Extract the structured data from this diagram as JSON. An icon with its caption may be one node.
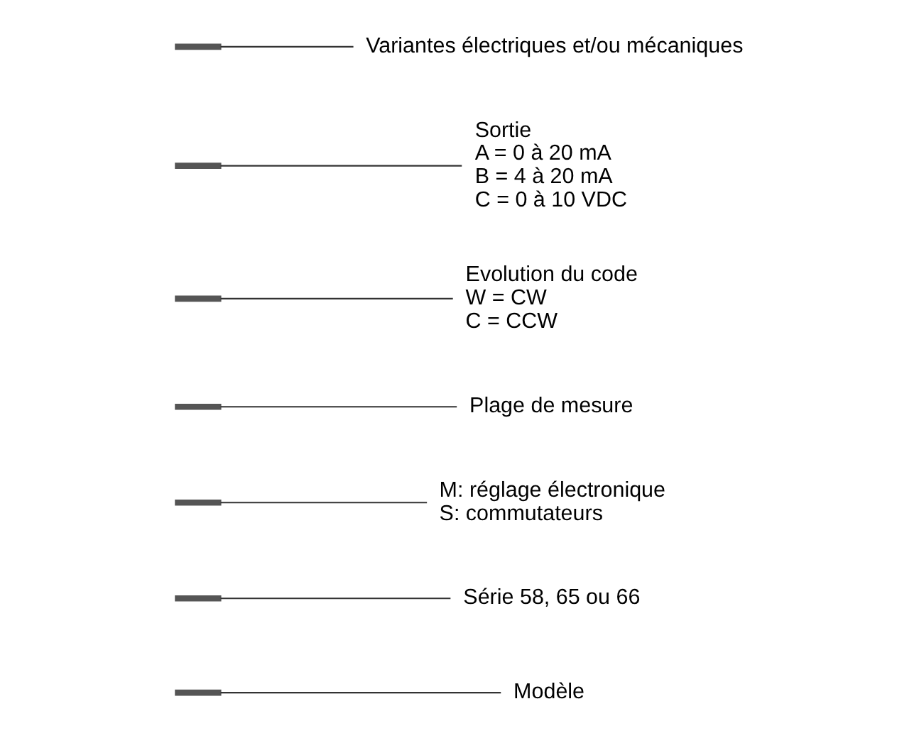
{
  "diagram": {
    "nodes": [
      {
        "text": [],
        "shape": "bar"
      },
      {
        "text": [],
        "shape": "bar"
      },
      {
        "text": [],
        "shape": "bar"
      },
      {
        "text": [],
        "shape": "bar"
      },
      {
        "text": [],
        "shape": "bar"
      },
      {
        "text": [],
        "shape": "bar"
      },
      {
        "text": [],
        "shape": "bar"
      },
      {
        "text": [
          "Variantes électriques et/ou mécaniques"
        ]
      },
      {
        "text": [
          "Sortie",
          "A = 0 à 20 mA",
          "B = 4 à 20 mA",
          "C = 0 à 10 VDC"
        ]
      },
      {
        "text": [
          "Evolution du code",
          "W = CW",
          "C = CCW"
        ]
      },
      {
        "text": [
          "Plage de mesure"
        ]
      },
      {
        "text": [
          "M: réglage électronique",
          "S: commutateurs"
        ]
      },
      {
        "text": [
          "Série 58, 65 ou 66"
        ]
      },
      {
        "text": [
          "Modèle"
        ]
      }
    ],
    "edges": [
      {
        "from": 6,
        "to": 7,
        "arrow": "none"
      },
      {
        "from": 5,
        "to": 8,
        "arrow": "none"
      },
      {
        "from": 4,
        "to": 9,
        "arrow": "none"
      },
      {
        "from": 3,
        "to": 10,
        "arrow": "none"
      },
      {
        "from": 2,
        "to": 11,
        "arrow": "none"
      },
      {
        "from": 1,
        "to": 12,
        "arrow": "none"
      },
      {
        "from": 0,
        "to": 13,
        "arrow": "none"
      }
    ]
  }
}
